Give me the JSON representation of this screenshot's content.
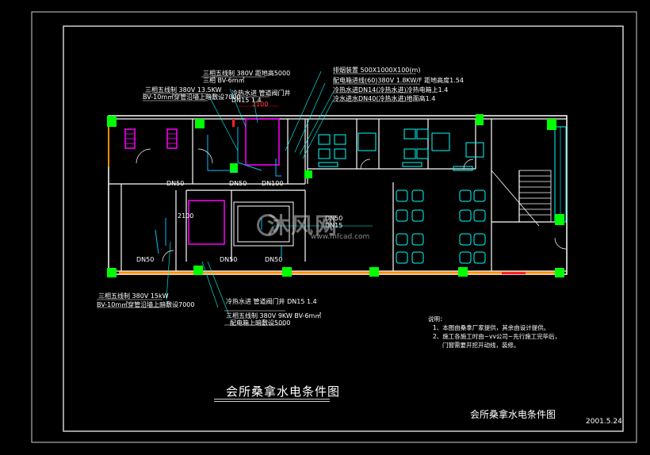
{
  "drawing": {
    "title": "会所桑拿水电条件图",
    "subtitle": "会所桑拿水电条件图",
    "date": "2001.5.24"
  },
  "notes": {
    "heading": "说明：",
    "items": [
      "1、本图由桑拿厂家提供，其余由设计提供。",
      "2、施工各施工时由~vv公司~先行施工完毕后，",
      "门窗需要开挖开动线，装修。"
    ]
  },
  "annotations": {
    "top_left_power": [
      "三相五线制 380V 13.5KW",
      "BV-10m㎡穿管沿墙上暗敷设7000"
    ],
    "top_mid_power": [
      "三相五线制 380V 距地高5000",
      "三相 BV-6m㎡"
    ],
    "top_mid_pipe": [
      "冷热水进  管道阀门井",
      "DN15 1.4"
    ],
    "top_right": [
      "排烟装置 500X1000X100(m)",
      "配电箱进线(60)380V 1.8KW/F 距地高度1.54",
      "冷热水进DN14(冷热水进)冷热电箱上1.4",
      "冷水进水DN40(冷热水进)地面高1.4"
    ],
    "dn_labels": [
      "DN50",
      "DN50",
      "DN100",
      "DN50",
      "DN50",
      "DN50"
    ],
    "dn_mid": [
      "DN50",
      "DN15"
    ],
    "bottom_left_power": [
      "三相五线制 380V 15kW",
      "BV-10m㎡穿管沿墙上暗敷设7000"
    ],
    "bottom_mid_pipe": [
      "冷热水进 管道阀门井 DN15 1.4"
    ],
    "bottom_mid_power": [
      "三相五线制 380V 9KW BV-6m㎡",
      "配电箱上暗敷设5000"
    ],
    "dim_top": "2100",
    "dim_side": "2100"
  },
  "watermark": {
    "text": "沐风网",
    "url": "www.mfcad.com"
  },
  "colors": {
    "background": "#000000",
    "wall": "#ffffff",
    "pipe": "#00c0ff",
    "equipment": "#ff00ff",
    "column": "#00ff00",
    "furniture": "#00ffff",
    "conduit": "#ff8c00",
    "accent_red": "#ff2020"
  }
}
